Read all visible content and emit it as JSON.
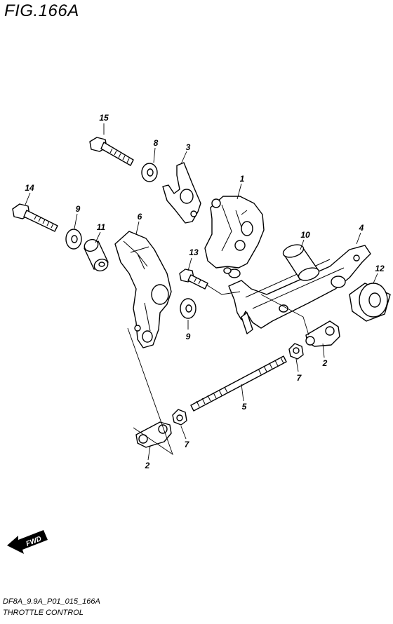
{
  "figure": {
    "title": "FIG.166A",
    "code": "DF8A_9.9A_P01_015_166A",
    "caption": "THROTTLE CONTROL"
  },
  "callouts": {
    "c1": "1",
    "c2a": "2",
    "c2b": "2",
    "c3": "3",
    "c4": "4",
    "c5": "5",
    "c6": "6",
    "c7a": "7",
    "c7b": "7",
    "c8": "8",
    "c9a": "9",
    "c9b": "9",
    "c10": "10",
    "c11": "11",
    "c12": "12",
    "c13": "13",
    "c14": "14",
    "c15": "15"
  },
  "fwd_label": "FWD"
}
